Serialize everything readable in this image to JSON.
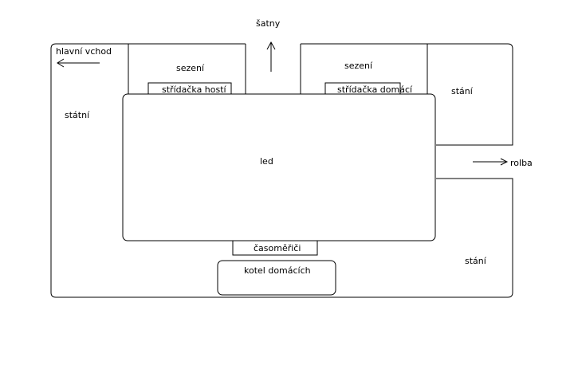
{
  "labels": {
    "main_entrance": "hlavní vchod",
    "locker_rooms": "šatny",
    "seating_left": "sezení",
    "seating_right": "sezení",
    "bench_guests": "střídačka hostí",
    "bench_home": "střídačka domácí",
    "standing_left": "státní",
    "standing_right_top": "stání",
    "ice": "led",
    "resurfacer": "rolba",
    "timekeepers": "časoměřiči",
    "home_fans_section": "kotel domácích",
    "standing_right_bottom": "stání"
  },
  "colors": {
    "stroke": "#000000",
    "background": "#ffffff"
  }
}
